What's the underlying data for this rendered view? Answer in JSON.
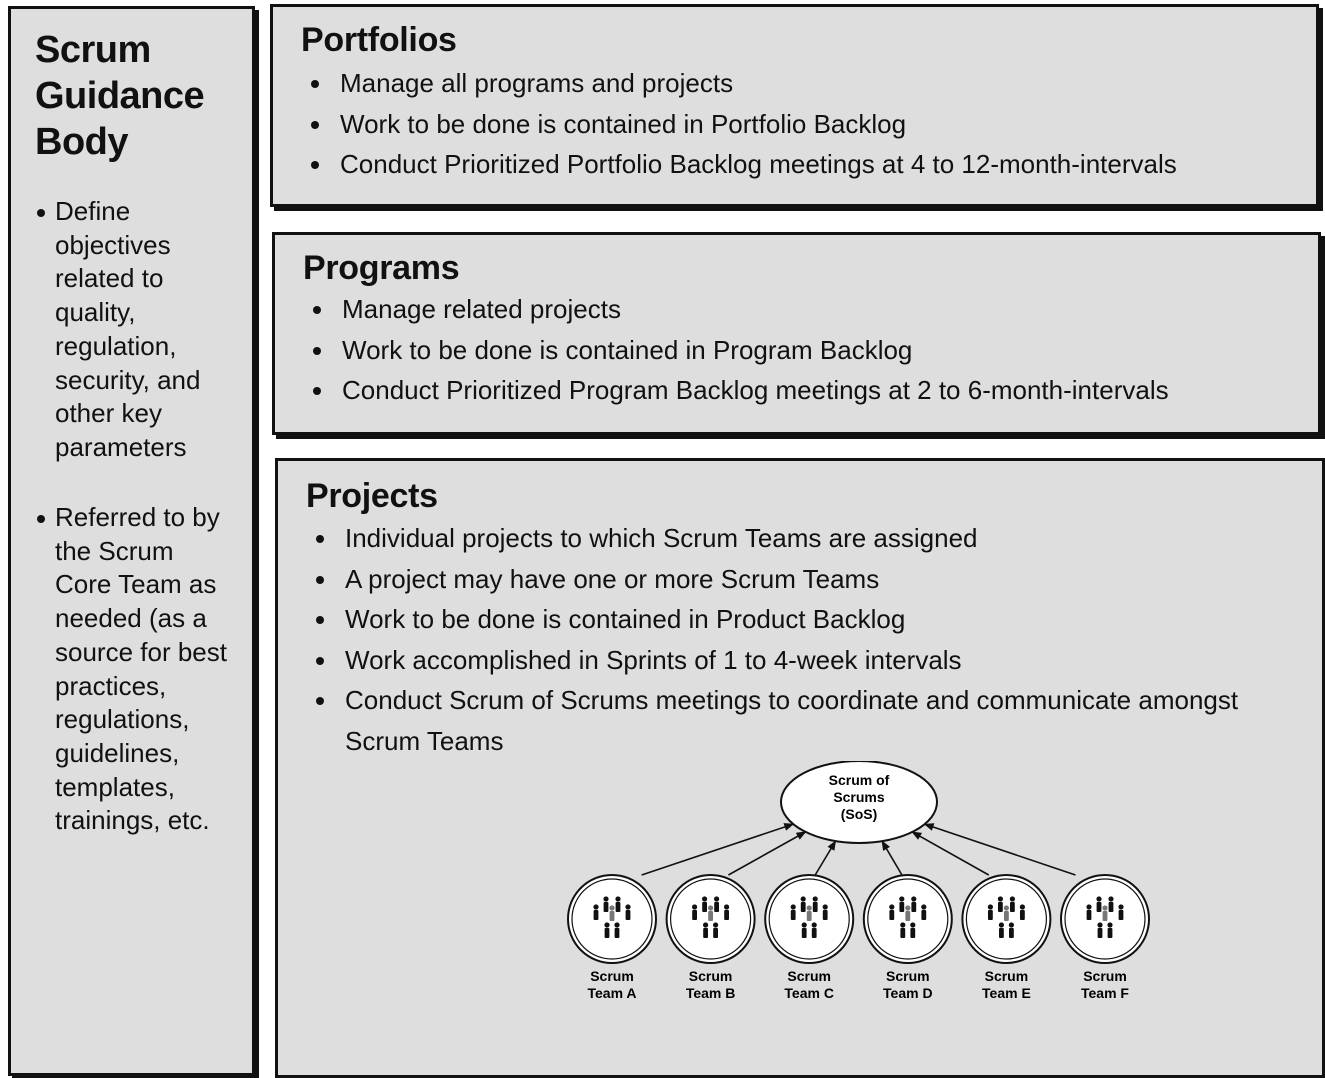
{
  "guidance_body": {
    "title_lines": [
      "Scrum",
      "Guidance",
      "Body"
    ],
    "bullet1": "Define objectives related to quality, regulation, security, and other key parameters",
    "bullet2": "Referred to by the Scrum Core Team as needed (as a source for best practices, regulations, guidelines, templates, trainings, etc."
  },
  "portfolios": {
    "title": "Portfolios",
    "items": [
      "Manage all programs and projects",
      "Work to be done is contained in Portfolio Backlog",
      "Conduct Prioritized Portfolio Backlog meetings at 4 to 12-month-intervals"
    ]
  },
  "programs": {
    "title": "Programs",
    "items": [
      "Manage related projects",
      "Work to be done is contained in Program Backlog",
      "Conduct Prioritized Program Backlog meetings at 2 to 6-month-intervals"
    ]
  },
  "projects": {
    "title": "Projects",
    "items": [
      "Individual projects to which Scrum Teams are assigned",
      "A project may have one or more Scrum Teams",
      "Work to be done is contained in Product Backlog",
      "Work accomplished in Sprints of 1 to 4-week intervals",
      "Conduct Scrum of Scrums meetings to coordinate and communicate amongst Scrum Teams"
    ]
  },
  "diagram": {
    "sos_lines": [
      "Scrum of",
      "Scrums",
      "(SoS)"
    ],
    "teams": [
      {
        "line1": "Scrum",
        "line2": "Team A"
      },
      {
        "line1": "Scrum",
        "line2": "Team B"
      },
      {
        "line1": "Scrum",
        "line2": "Team C"
      },
      {
        "line1": "Scrum",
        "line2": "Team D"
      },
      {
        "line1": "Scrum",
        "line2": "Team E"
      },
      {
        "line1": "Scrum",
        "line2": "Team F"
      }
    ]
  }
}
